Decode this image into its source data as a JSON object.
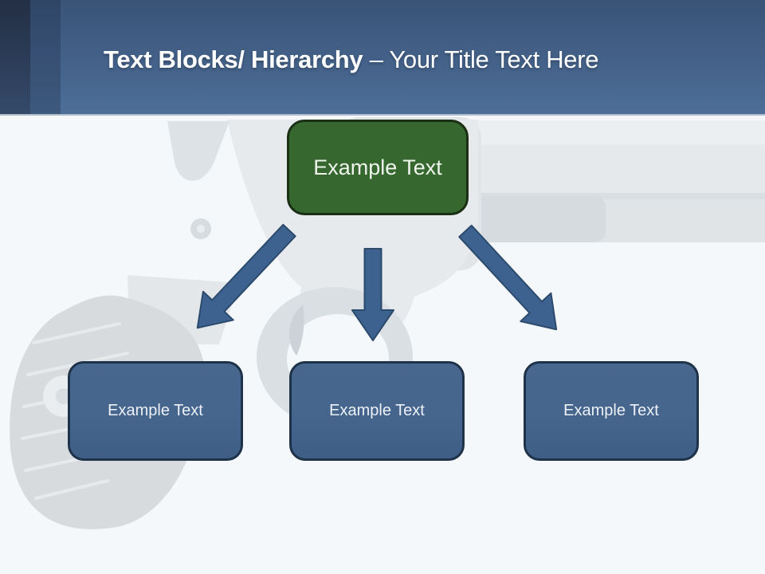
{
  "title": {
    "bold": "Text Blocks/ Hierarchy",
    "regular": " – Your Title Text Here"
  },
  "hierarchy": {
    "root": {
      "label": "Example Text"
    },
    "children": [
      {
        "label": "Example Text"
      },
      {
        "label": "Example Text"
      },
      {
        "label": "Example Text"
      }
    ]
  },
  "background_image": "faded-revolver-photo",
  "colors": {
    "background": "#f5f8fa",
    "header_top": "#3a5377",
    "header_bottom": "#4c6e98",
    "stripe_dark": "#232f44",
    "stripe_medium": "#2f4667",
    "root_box_fill": "#35672f",
    "root_box_border": "#1b2f15",
    "child_box_fill": "#45658d",
    "child_box_border": "#1e3249",
    "arrow_fill": "#3e6290",
    "arrow_stroke": "#2b4a6c",
    "title_text": "#ffffff"
  }
}
